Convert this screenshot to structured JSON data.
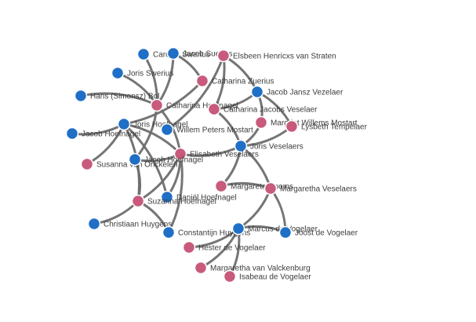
{
  "colors": {
    "male": "#1f6fc6",
    "female": "#c85a7c",
    "edge": "#6e6e6e",
    "label": "#3c3c3c",
    "background": "#ffffff"
  },
  "nodes": [
    {
      "id": "carolus",
      "label": "Carolus Swerius",
      "gender": "male"
    },
    {
      "id": "jacob-suerius",
      "label": "Jacob Suerius",
      "gender": "male"
    },
    {
      "id": "elsbeen",
      "label": "Elsbeen Henricxs van Straten",
      "gender": "female"
    },
    {
      "id": "joris-swerius",
      "label": "Joris Swerius",
      "gender": "male"
    },
    {
      "id": "catharina-zuerius",
      "label": "Catharina Zuerius",
      "gender": "female"
    },
    {
      "id": "hans-bol",
      "label": "Hans (Simonsz) Bol",
      "gender": "male"
    },
    {
      "id": "catharina-hoefnagel",
      "label": "Catharina Hoefnagel",
      "gender": "female"
    },
    {
      "id": "jacob-vezelaer",
      "label": "Jacob Jansz Vezelaer",
      "gender": "male"
    },
    {
      "id": "catharina-veselaer",
      "label": "Catharina Jacobs Veselaer",
      "gender": "female"
    },
    {
      "id": "joris-hoefnagel",
      "label": "Joris Hoefnagel",
      "gender": "male"
    },
    {
      "id": "margriet-mostart",
      "label": "Margriet Willems Mostart",
      "gender": "female"
    },
    {
      "id": "lysbeth-tempelaer",
      "label": "Lysbeth Tempelaer",
      "gender": "female"
    },
    {
      "id": "jacob-hoefnagel-1",
      "label": "Jacob Hoefnagel",
      "gender": "male"
    },
    {
      "id": "willem-mostart",
      "label": "Willem Peters Mostart",
      "gender": "male"
    },
    {
      "id": "joris-veselaers",
      "label": "Joris Veselaers",
      "gender": "male"
    },
    {
      "id": "susanna-onckelen",
      "label": "Susanna van Onckelen",
      "gender": "female"
    },
    {
      "id": "elisabeth-veselaers",
      "label": "Elisabeth Veselaers",
      "gender": "female"
    },
    {
      "id": "jacob-hoefnagel-2",
      "label": "Jacob Hoefnagel",
      "gender": "male"
    },
    {
      "id": "margareta-rooms",
      "label": "Margareta Rooms",
      "gender": "female"
    },
    {
      "id": "margaretha-veselaers",
      "label": "Margaretha Veselaers",
      "gender": "female"
    },
    {
      "id": "daniel-hoefnagel",
      "label": "Daniël Hoefnagel",
      "gender": "male"
    },
    {
      "id": "suzanna-hoefnagel",
      "label": "Suzanna Hoefnagel",
      "gender": "female"
    },
    {
      "id": "christiaan-huygens",
      "label": "Christiaan Huygens",
      "gender": "male"
    },
    {
      "id": "constantijn-huygens",
      "label": "Constantijn Huygens",
      "gender": "male"
    },
    {
      "id": "marcus-vogelaer",
      "label": "Marcus de Vogelaer",
      "gender": "male"
    },
    {
      "id": "joost-vogelaer",
      "label": "Joost de Vogelaer",
      "gender": "male"
    },
    {
      "id": "hester-vogelaer",
      "label": "Hester de Vogelaer",
      "gender": "female"
    },
    {
      "id": "margaretha-valckenburg",
      "label": "Margaretha van Valckenburg",
      "gender": "female"
    },
    {
      "id": "isabeau-vogelaer",
      "label": "Isabeau de Vogelaer",
      "gender": "female"
    }
  ],
  "edges": [
    [
      "carolus",
      "catharina-hoefnagel"
    ],
    [
      "jacob-suerius",
      "catharina-hoefnagel"
    ],
    [
      "jacob-suerius",
      "catharina-zuerius"
    ],
    [
      "joris-swerius",
      "catharina-hoefnagel"
    ],
    [
      "hans-bol",
      "catharina-hoefnagel"
    ],
    [
      "catharina-zuerius",
      "joris-hoefnagel"
    ],
    [
      "catharina-hoefnagel",
      "elisabeth-veselaers"
    ],
    [
      "catharina-hoefnagel",
      "jacob-hoefnagel-2"
    ],
    [
      "joris-hoefnagel",
      "jacob-hoefnagel-1"
    ],
    [
      "joris-hoefnagel",
      "susanna-onckelen"
    ],
    [
      "joris-hoefnagel",
      "elisabeth-veselaers"
    ],
    [
      "joris-hoefnagel",
      "suzanna-hoefnagel"
    ],
    [
      "joris-hoefnagel",
      "daniel-hoefnagel"
    ],
    [
      "elsbeen",
      "catharina-veselaer"
    ],
    [
      "elsbeen",
      "jacob-vezelaer"
    ],
    [
      "elsbeen",
      "willem-mostart"
    ],
    [
      "jacob-vezelaer",
      "catharina-veselaer"
    ],
    [
      "jacob-vezelaer",
      "margriet-mostart"
    ],
    [
      "jacob-vezelaer",
      "lysbeth-tempelaer"
    ],
    [
      "catharina-veselaer",
      "joris-veselaers"
    ],
    [
      "margriet-mostart",
      "joris-veselaers"
    ],
    [
      "lysbeth-tempelaer",
      "joris-veselaers"
    ],
    [
      "joris-veselaers",
      "elisabeth-veselaers"
    ],
    [
      "joris-veselaers",
      "margareta-rooms"
    ],
    [
      "joris-veselaers",
      "margaretha-veselaers"
    ],
    [
      "elisabeth-veselaers",
      "jacob-hoefnagel-2"
    ],
    [
      "elisabeth-veselaers",
      "suzanna-hoefnagel"
    ],
    [
      "elisabeth-veselaers",
      "constantijn-huygens"
    ],
    [
      "elisabeth-veselaers",
      "daniel-hoefnagel"
    ],
    [
      "jacob-hoefnagel-2",
      "suzanna-hoefnagel"
    ],
    [
      "suzanna-hoefnagel",
      "christiaan-huygens"
    ],
    [
      "suzanna-hoefnagel",
      "constantijn-huygens"
    ],
    [
      "margareta-rooms",
      "margaretha-veselaers"
    ],
    [
      "margaretha-veselaers",
      "marcus-vogelaer"
    ],
    [
      "margaretha-veselaers",
      "joost-vogelaer"
    ],
    [
      "marcus-vogelaer",
      "hester-vogelaer"
    ],
    [
      "marcus-vogelaer",
      "margaretha-valckenburg"
    ],
    [
      "marcus-vogelaer",
      "isabeau-vogelaer"
    ],
    [
      "marcus-vogelaer",
      "joost-vogelaer"
    ]
  ]
}
